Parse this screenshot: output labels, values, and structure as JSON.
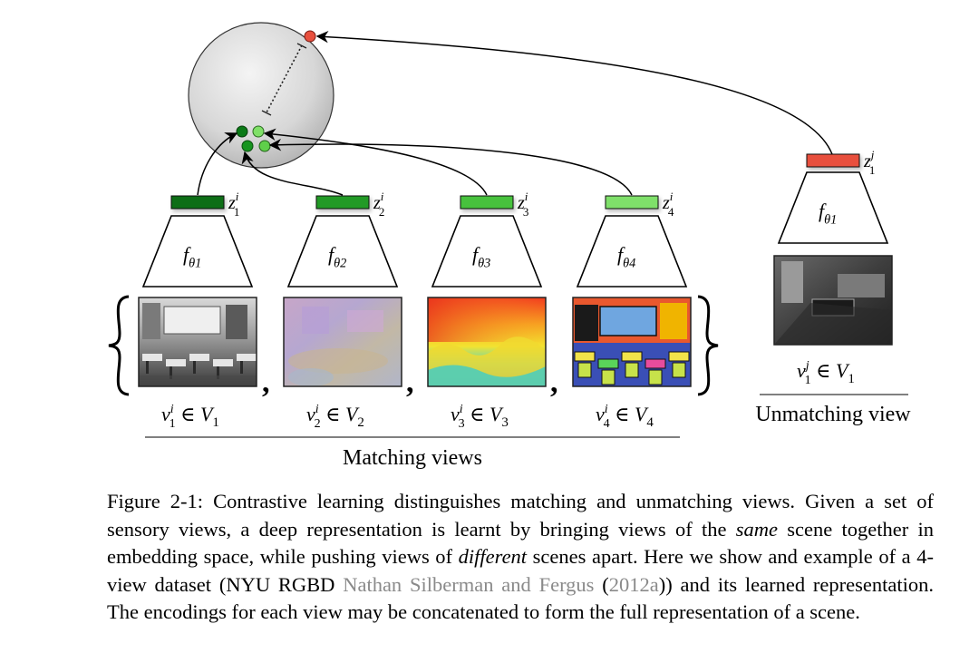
{
  "figure": {
    "encoders": [
      {
        "f_base": "f",
        "f_sub": "θ1",
        "z_base": "z",
        "z_sub": "1",
        "z_sup": "i",
        "v_base": "v",
        "v_sub": "1",
        "v_sup": "i",
        "v_rest": " ∈ V",
        "v_set": "1",
        "code_color": "#0a6e12",
        "view": "grayscale classroom photo"
      },
      {
        "f_base": "f",
        "f_sub": "θ2",
        "z_base": "z",
        "z_sub": "2",
        "z_sup": "i",
        "v_base": "v",
        "v_sub": "2",
        "v_sup": "i",
        "v_rest": " ∈ V",
        "v_set": "2",
        "code_color": "#229a26",
        "view": "surface normals map"
      },
      {
        "f_base": "f",
        "f_sub": "θ3",
        "z_base": "z",
        "z_sub": "3",
        "z_sup": "i",
        "v_base": "v",
        "v_sub": "3",
        "v_sup": "i",
        "v_rest": " ∈ V",
        "v_set": "3",
        "code_color": "#46c23e",
        "view": "depth map"
      },
      {
        "f_base": "f",
        "f_sub": "θ4",
        "z_base": "z",
        "z_sub": "4",
        "z_sup": "i",
        "v_base": "v",
        "v_sub": "4",
        "v_sup": "i",
        "v_rest": " ∈ V",
        "v_set": "4",
        "code_color": "#7fe06a",
        "view": "semantic segmentation map"
      }
    ],
    "unmatching": {
      "f_base": "f",
      "f_sub": "θ1",
      "z_base": "z",
      "z_sub": "1",
      "z_sup": "j",
      "v_base": "v",
      "v_sub": "1",
      "v_sup": "j",
      "v_rest": " ∈ V",
      "v_set": "1",
      "code_color": "#e8503e",
      "view": "grayscale living room photo"
    },
    "matching_label": "Matching views",
    "unmatching_label": "Unmatching view",
    "separator": ","
  },
  "caption": {
    "p1": "Figure 2-1: Contrastive learning distinguishes matching and unmatching views. Given a set of sensory views, a deep representation is learnt by bringing views of the ",
    "em1": "same",
    "p2": " scene together in embedding space, while pushing views of ",
    "em2": "different",
    "p3": " scenes apart. Here we show and example of a 4-view dataset (NYU RGBD ",
    "cite_authors": "Nathan Silberman and Fergus",
    "p4": " (",
    "cite_year": "2012a",
    "p5": ")) and its learned representation. The encodings for each view may be concatenated to form the full representation of a scene."
  },
  "colors": {
    "sphere_fill": "#d6d6d6",
    "positive": "#0b8a1a",
    "positive_light": "#74d95c",
    "negative": "#e8503e",
    "citation": "#8a8a8a"
  }
}
